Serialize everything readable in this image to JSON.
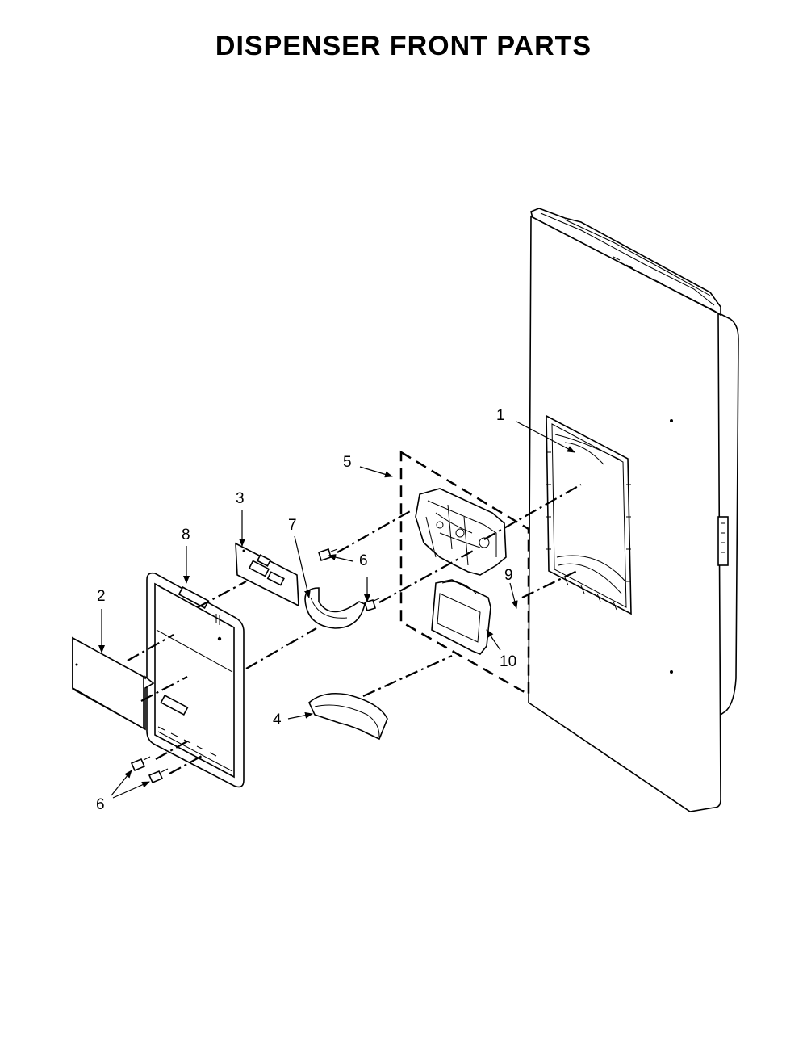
{
  "title": "DISPENSER FRONT PARTS",
  "callouts": {
    "c1": "1",
    "c2": "2",
    "c3": "3",
    "c4": "4",
    "c5": "5",
    "c6a": "6",
    "c6b": "6",
    "c7": "7",
    "c8": "8",
    "c9": "9",
    "c10": "10"
  }
}
